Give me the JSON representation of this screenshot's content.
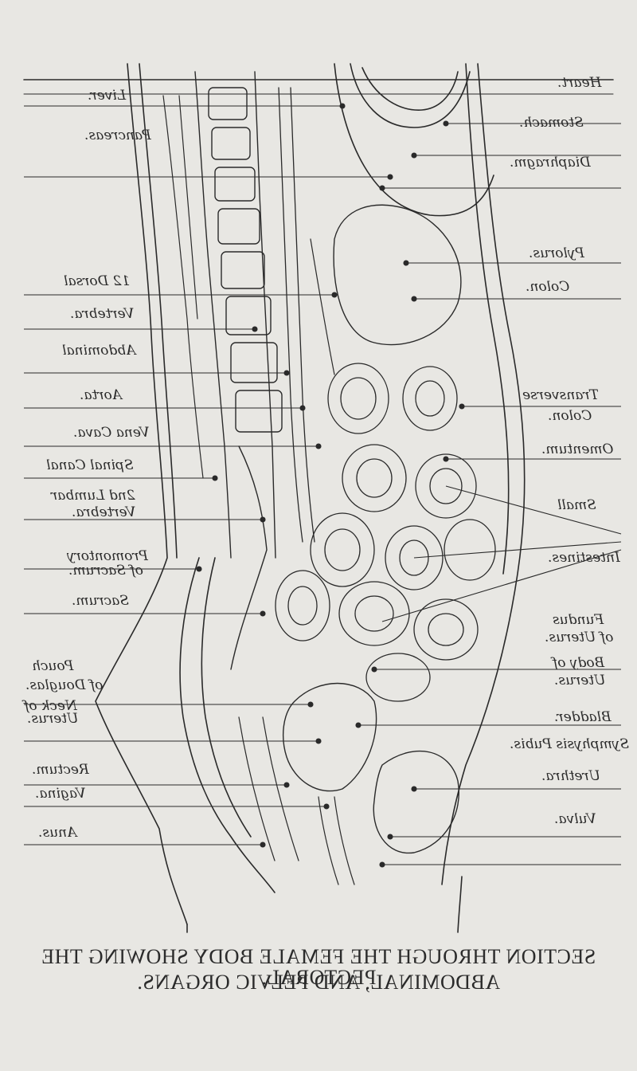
{
  "figure": {
    "caption_line1": "SECTION THROUGH THE FEMALE BODY SHOWING THE PECTORAL,",
    "caption_line2": "ABDOMINAL, AND PELVIC ORGANS."
  },
  "labels_left": [
    "Liver.",
    "Pancreas.",
    "12 Dorsal",
    "Vertebra.",
    "Abdominal",
    "Aorta.",
    "Vena Cava.",
    "Spinal Canal",
    "2nd Lumbar",
    "Vertebra.",
    "Promontory",
    "of Sacrum.",
    "Sacrum.",
    "Pouch",
    "of Douglas.",
    "Neck of",
    "Uterus.",
    "Rectum.",
    "Vagina.",
    "Anus."
  ],
  "labels_right": [
    "Heart.",
    "Stomach.",
    "Diaphragm.",
    "Pylorus.",
    "Colon.",
    "Transverse",
    "Colon.",
    "Omentum.",
    "Small",
    "Intestines.",
    "Fundus",
    "of Uterus.",
    "Body of",
    "Uterus.",
    "Bladder.",
    "Symphysis Pubis.",
    "Urethra.",
    "Vulva."
  ]
}
